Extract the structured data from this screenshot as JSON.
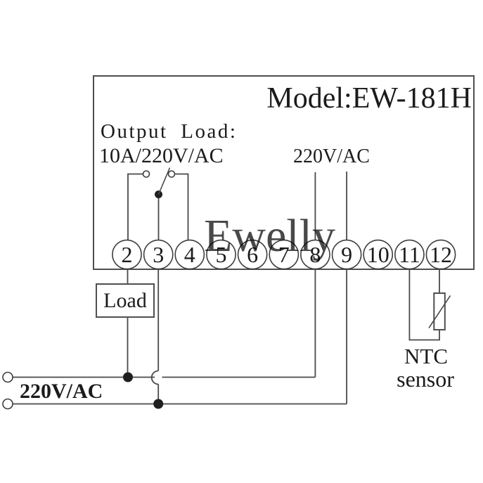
{
  "diagram": {
    "model": "Model:EW-181H",
    "output_load_title": "Output Load:",
    "output_load_rating": "10A/220V/AC",
    "supply_top": "220V/AC",
    "supply_bottom": "220V/AC",
    "watermark": "Ewelly",
    "load_label": "Load",
    "ntc_line1": "NTC",
    "ntc_line2": "sensor",
    "terminals": [
      "2",
      "3",
      "4",
      "5",
      "6",
      "7",
      "8",
      "9",
      "10",
      "11",
      "12"
    ],
    "colors": {
      "watermark": "#92b4e8",
      "wire": "#4a4a4a",
      "text": "#1b1b1b"
    }
  }
}
